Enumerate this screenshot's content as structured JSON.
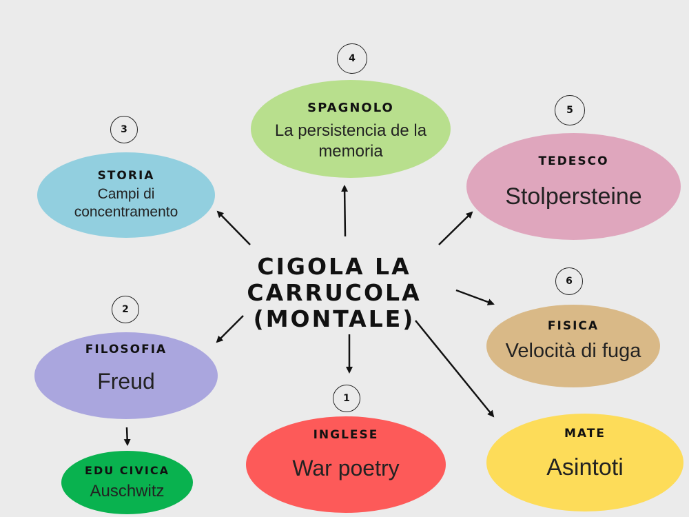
{
  "center": {
    "line1": "CIGOLA LA CARRUCOLA",
    "line2": "(MONTALE)"
  },
  "nodes": [
    {
      "subject": "SPAGNOLO",
      "topic": "La persistencia de la memoria",
      "badge": "4",
      "color": "#b8df8d"
    },
    {
      "subject": "STORIA",
      "topic": "Campi di concentramento",
      "badge": "3",
      "color": "#92cfdf"
    },
    {
      "subject": "TEDESCO",
      "topic": "Stolpersteine",
      "badge": "5",
      "color": "#dfa6bd"
    },
    {
      "subject": "FILOSOFIA",
      "topic": "Freud",
      "badge": "2",
      "color": "#aaa6de"
    },
    {
      "subject": "FISICA",
      "topic": "Velocità di fuga",
      "badge": "6",
      "color": "#d9b987"
    },
    {
      "subject": "INGLESE",
      "topic": "War poetry",
      "badge": "1",
      "color": "#fd5a59"
    },
    {
      "subject": "MATE",
      "topic": "Asintoti",
      "badge": "",
      "color": "#fddc59"
    },
    {
      "subject": "EDU CIVICA",
      "topic": "Auschwitz",
      "badge": "",
      "color": "#09b24f"
    }
  ]
}
